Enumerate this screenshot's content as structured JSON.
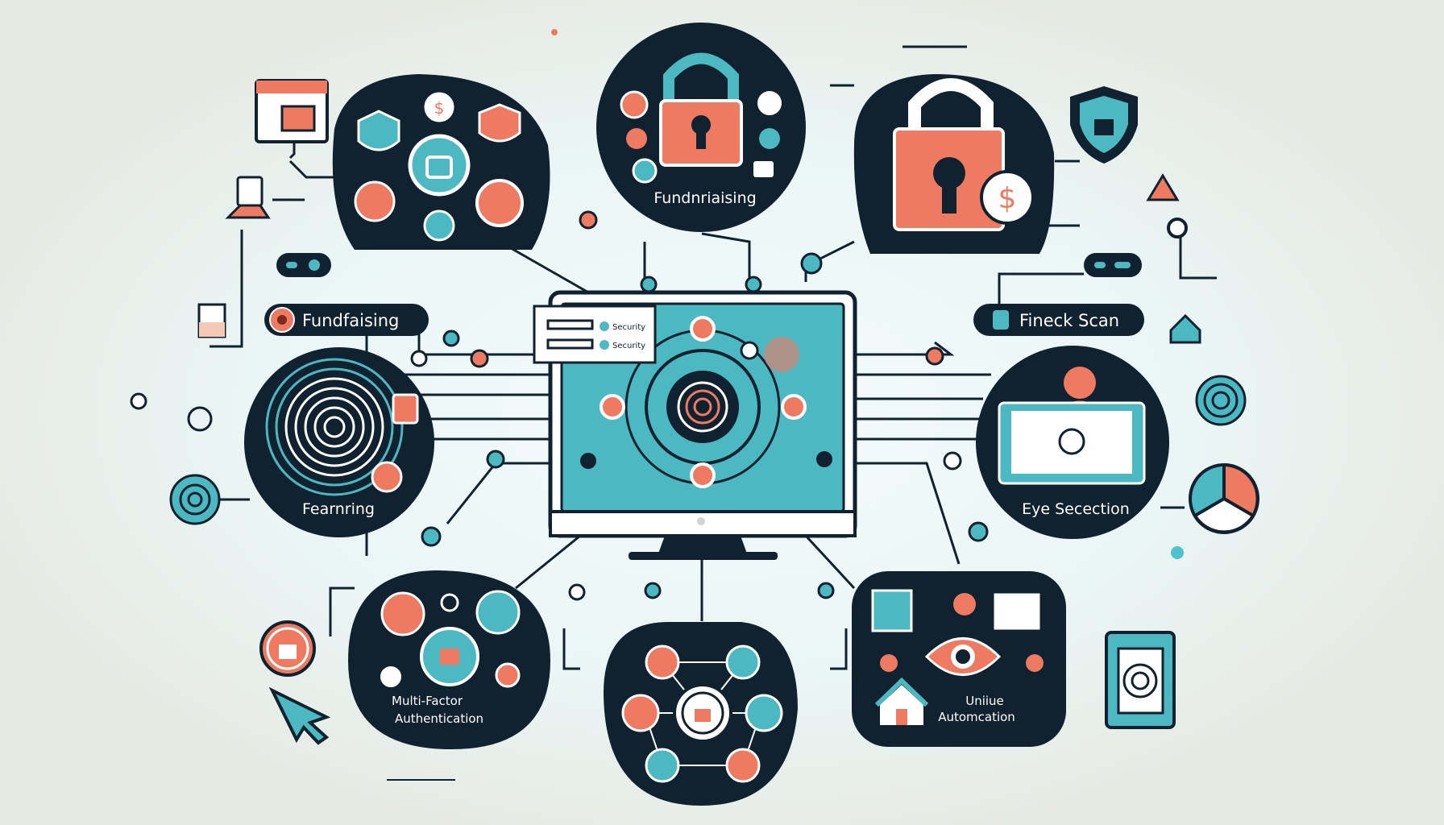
{
  "title_labels": {
    "top_center": "Fundnriaising",
    "left_pill": "Fundfaising",
    "right_pill": "Fineck Scan",
    "left_circle": "Fearnring",
    "right_circle": "Eye Secection",
    "bottom_left_line1": "Multi-Factor",
    "bottom_left_line2": "Authentication",
    "bottom_right_line1": "Uniiue",
    "bottom_right_line2": "Automcation"
  },
  "monitor_popup": {
    "item1": "Security",
    "item2": "Security"
  },
  "icons": [
    "lock-icon",
    "shield-icon",
    "dollar-icon",
    "fingerprint-icon",
    "eye-icon",
    "home-icon",
    "cursor-icon",
    "pie-chart-icon",
    "browser-window-icon"
  ],
  "colors": {
    "navy": "#10212f",
    "teal": "#4cb8c2",
    "coral": "#ee7a62",
    "background": "#eef2ee"
  }
}
